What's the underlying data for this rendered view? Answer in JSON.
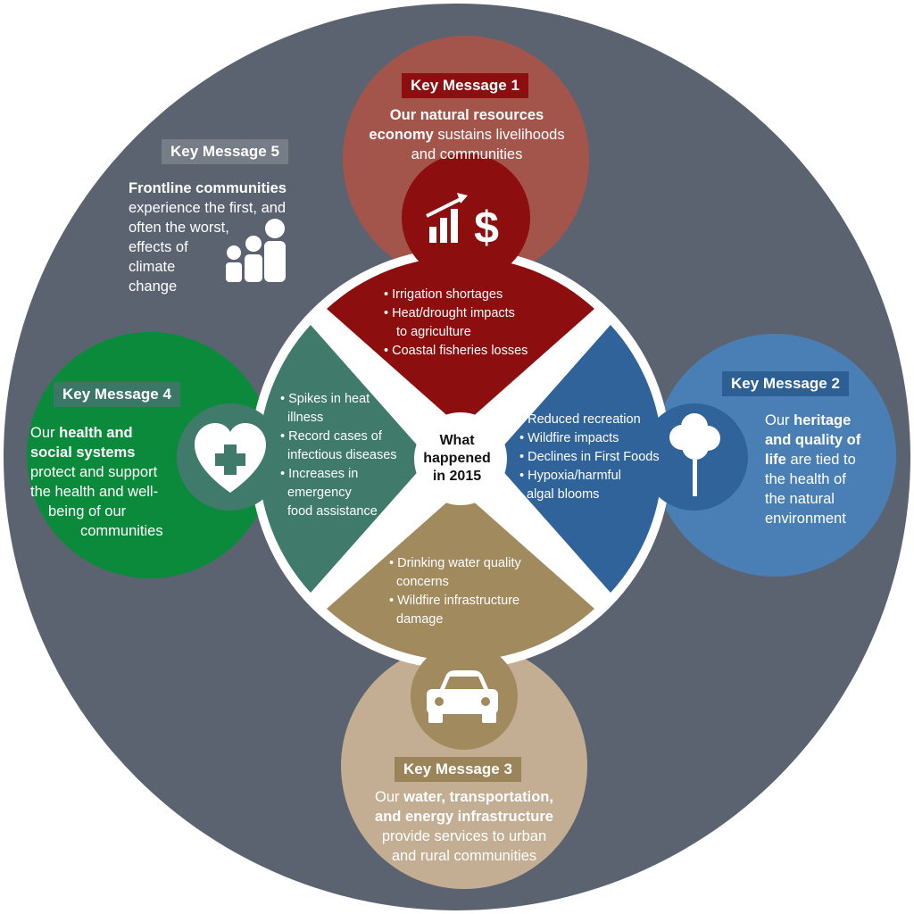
{
  "center": {
    "line1": "What",
    "line2": "happened",
    "line3": "in 2015"
  },
  "km1": {
    "badge": "Key Message 1",
    "bold": "Our natural resources",
    "bold2": "economy",
    "rest": "sustains livelihoods",
    "rest2": "and communities",
    "icon": "economy-chart-dollar-icon",
    "bullets": [
      "• Irrigation shortages",
      "• Heat/drought impacts",
      "to agriculture",
      "• Coastal fisheries losses"
    ]
  },
  "km2": {
    "badge": "Key Message 2",
    "plain1": "Our",
    "bold1": "heritage",
    "bold2": "and quality of",
    "bold3": "life",
    "rest1": "are tied to",
    "rest2": "the health of",
    "rest3": "the natural",
    "rest4": "environment",
    "icon": "tree-icon",
    "bullets": [
      "• Reduced recreation",
      "• Wildfire impacts",
      "• Declines in First Foods",
      "• Hypoxia/harmful",
      "algal blooms"
    ]
  },
  "km3": {
    "badge": "Key Message 3",
    "plain1": "Our",
    "bold1": "water, transportation,",
    "bold2": "and energy infrastructure",
    "rest1": "provide services to urban",
    "rest2": "and rural communities",
    "icon": "car-icon",
    "bullets": [
      "• Drinking water quality",
      "concerns",
      "• Wildfire infrastructure",
      "damage"
    ]
  },
  "km4": {
    "badge": "Key Message 4",
    "plain1": "Our",
    "bold1": "health and",
    "bold2": "social systems",
    "rest1": "protect and support",
    "rest2": "the health and well-",
    "rest3": "being of our",
    "rest4": "communities",
    "icon": "heart-cross-icon",
    "bullets": [
      "• Spikes in heat",
      "illness",
      "• Record cases of",
      "infectious diseases",
      "• Increases in",
      "emergency",
      "food assistance"
    ]
  },
  "km5": {
    "badge": "Key Message 5",
    "bold1": "Frontline communities",
    "rest1": "experience the first, and",
    "rest2": "often the worst,",
    "rest3": "effects of",
    "rest4": "climate",
    "rest5": "change",
    "icon": "people-group-icon"
  },
  "colors": {
    "outer": "#5b6370",
    "km1": "#a3554c",
    "km1_dark": "#8c0e0e",
    "km1_badge": "#8c0e0e",
    "km2": "#4a7fb5",
    "km2_dark": "#2f639a",
    "km2_badge": "#2d5f94",
    "km3": "#c3ae93",
    "km3_dark": "#a18a5e",
    "km3_badge": "#9b8459",
    "km4": "#0c8a3c",
    "km4_dark": "#3f7a6a",
    "km4_badge": "#3b7766",
    "km5_badge": "#777d86"
  }
}
